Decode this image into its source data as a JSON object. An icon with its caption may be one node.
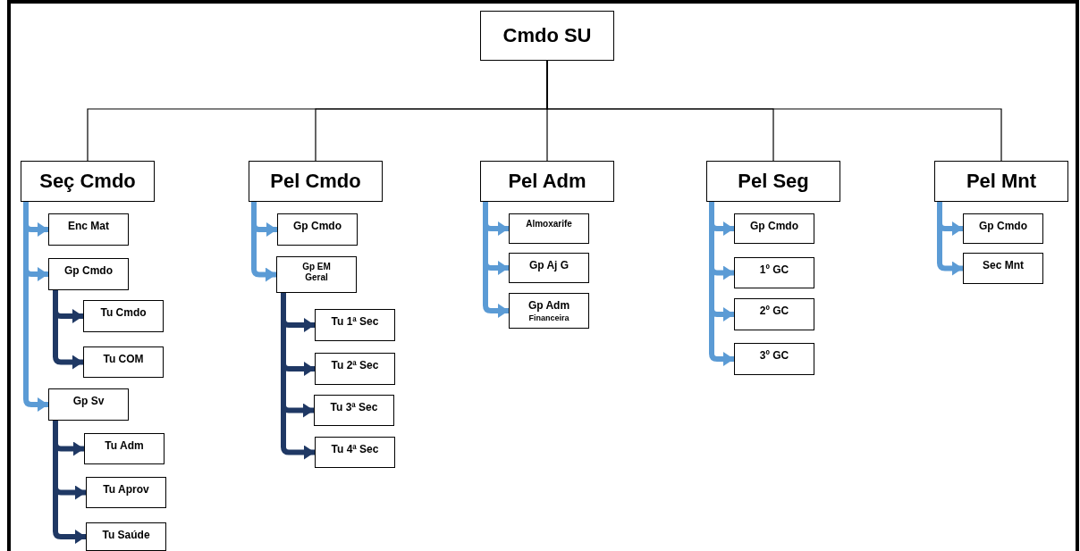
{
  "diagram": {
    "nodes": [
      {
        "text": [
          "Cmdo SU"
        ]
      },
      {
        "text": [
          "Seç Cmdo"
        ]
      },
      {
        "text": [
          "Enc Mat"
        ]
      },
      {
        "text": [
          "Gp Cmdo"
        ]
      },
      {
        "text": [
          "Tu Cmdo"
        ]
      },
      {
        "text": [
          "Tu COM"
        ]
      },
      {
        "text": [
          "Gp Sv"
        ]
      },
      {
        "text": [
          "Tu Adm"
        ]
      },
      {
        "text": [
          "Tu Aprov"
        ]
      },
      {
        "text": [
          "Tu Saúde"
        ]
      },
      {
        "text": [
          "Pel Cmdo"
        ]
      },
      {
        "text": [
          "Gp Cmdo"
        ]
      },
      {
        "text": [
          "Gp EM Geral"
        ]
      },
      {
        "text": [
          "Tu 1ª Sec"
        ]
      },
      {
        "text": [
          "Tu 2ª Sec"
        ]
      },
      {
        "text": [
          "Tu 3ª Sec"
        ]
      },
      {
        "text": [
          "Tu 4ª Sec"
        ]
      },
      {
        "text": [
          "Pel Adm"
        ]
      },
      {
        "text": [
          "Almoxarife"
        ]
      },
      {
        "text": [
          "Gp Aj G"
        ]
      },
      {
        "text": [
          "Gp Adm",
          "Financeira"
        ]
      },
      {
        "text": [
          "Pel Seg"
        ]
      },
      {
        "text": [
          "Gp Cmdo"
        ]
      },
      {
        "text": [
          "1º GC"
        ]
      },
      {
        "text": [
          "2º GC"
        ]
      },
      {
        "text": [
          "3º GC"
        ]
      },
      {
        "text": [
          "Pel Mnt"
        ]
      },
      {
        "text": [
          "Gp Cmdo"
        ]
      },
      {
        "text": [
          "Sec Mnt"
        ]
      }
    ],
    "edges": [
      {
        "from": 0,
        "to": 1,
        "arrow": "none",
        "color": "#000000"
      },
      {
        "from": 0,
        "to": 10,
        "arrow": "none",
        "color": "#000000"
      },
      {
        "from": 0,
        "to": 17,
        "arrow": "none",
        "color": "#000000"
      },
      {
        "from": 0,
        "to": 21,
        "arrow": "none",
        "color": "#000000"
      },
      {
        "from": 0,
        "to": 26,
        "arrow": "none",
        "color": "#000000"
      },
      {
        "from": 1,
        "to": 2,
        "arrow": "to"
      },
      {
        "from": 1,
        "to": 3,
        "arrow": "to"
      },
      {
        "from": 3,
        "to": 4,
        "arrow": "to",
        "color": "#1f3864"
      },
      {
        "from": 3,
        "to": 5,
        "arrow": "to",
        "color": "#1f3864"
      },
      {
        "from": 1,
        "to": 6,
        "arrow": "to"
      },
      {
        "from": 6,
        "to": 7,
        "arrow": "to",
        "color": "#1f3864"
      },
      {
        "from": 6,
        "to": 8,
        "arrow": "to",
        "color": "#1f3864"
      },
      {
        "from": 6,
        "to": 9,
        "arrow": "to",
        "color": "#1f3864"
      },
      {
        "from": 10,
        "to": 11,
        "arrow": "to"
      },
      {
        "from": 10,
        "to": 12,
        "arrow": "to"
      },
      {
        "from": 12,
        "to": 13,
        "arrow": "to",
        "color": "#1f3864"
      },
      {
        "from": 12,
        "to": 14,
        "arrow": "to",
        "color": "#1f3864"
      },
      {
        "from": 12,
        "to": 15,
        "arrow": "to",
        "color": "#1f3864"
      },
      {
        "from": 12,
        "to": 16,
        "arrow": "to",
        "color": "#1f3864"
      },
      {
        "from": 17,
        "to": 18,
        "arrow": "to"
      },
      {
        "from": 17,
        "to": 19,
        "arrow": "to"
      },
      {
        "from": 17,
        "to": 20,
        "arrow": "to"
      },
      {
        "from": 21,
        "to": 22,
        "arrow": "to"
      },
      {
        "from": 21,
        "to": 23,
        "arrow": "to"
      },
      {
        "from": 21,
        "to": 24,
        "arrow": "to"
      },
      {
        "from": 21,
        "to": 25,
        "arrow": "to"
      },
      {
        "from": 26,
        "to": 27,
        "arrow": "to"
      },
      {
        "from": 26,
        "to": 28,
        "arrow": "to"
      }
    ]
  }
}
